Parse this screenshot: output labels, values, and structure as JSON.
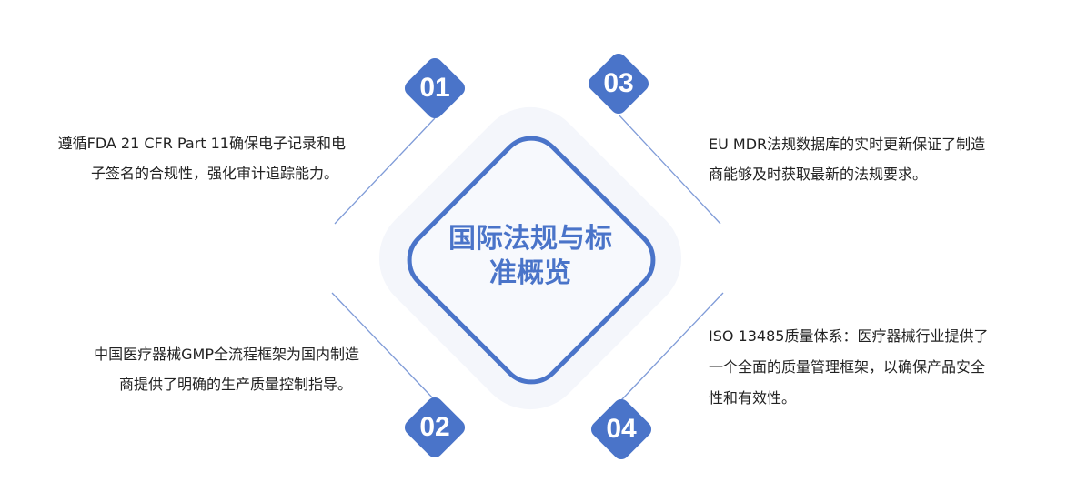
{
  "title": "国际法规与标准概览",
  "title_lines": [
    "国际法规与标",
    "准概览"
  ],
  "accent_color": "#4a74c9",
  "items": [
    {
      "number": "01",
      "lines": [
        "遵循FDA 21 CFR Part 11确保电子记录和电",
        "子签名的合规性，强化审计追踪能力。"
      ]
    },
    {
      "number": "02",
      "lines": [
        "中国医疗器械GMP全流程框架为国内制造",
        "商提供了明确的生产质量控制指导。"
      ]
    },
    {
      "number": "03",
      "lines": [
        "EU MDR法规数据库的实时更新保证了制造",
        "商能够及时获取最新的法规要求。"
      ]
    },
    {
      "number": "04",
      "lines": [
        "ISO 13485质量体系：医疗器械行业提供了",
        "一个全面的质量管理框架，以确保产品安全",
        "性和有效性。"
      ]
    }
  ]
}
